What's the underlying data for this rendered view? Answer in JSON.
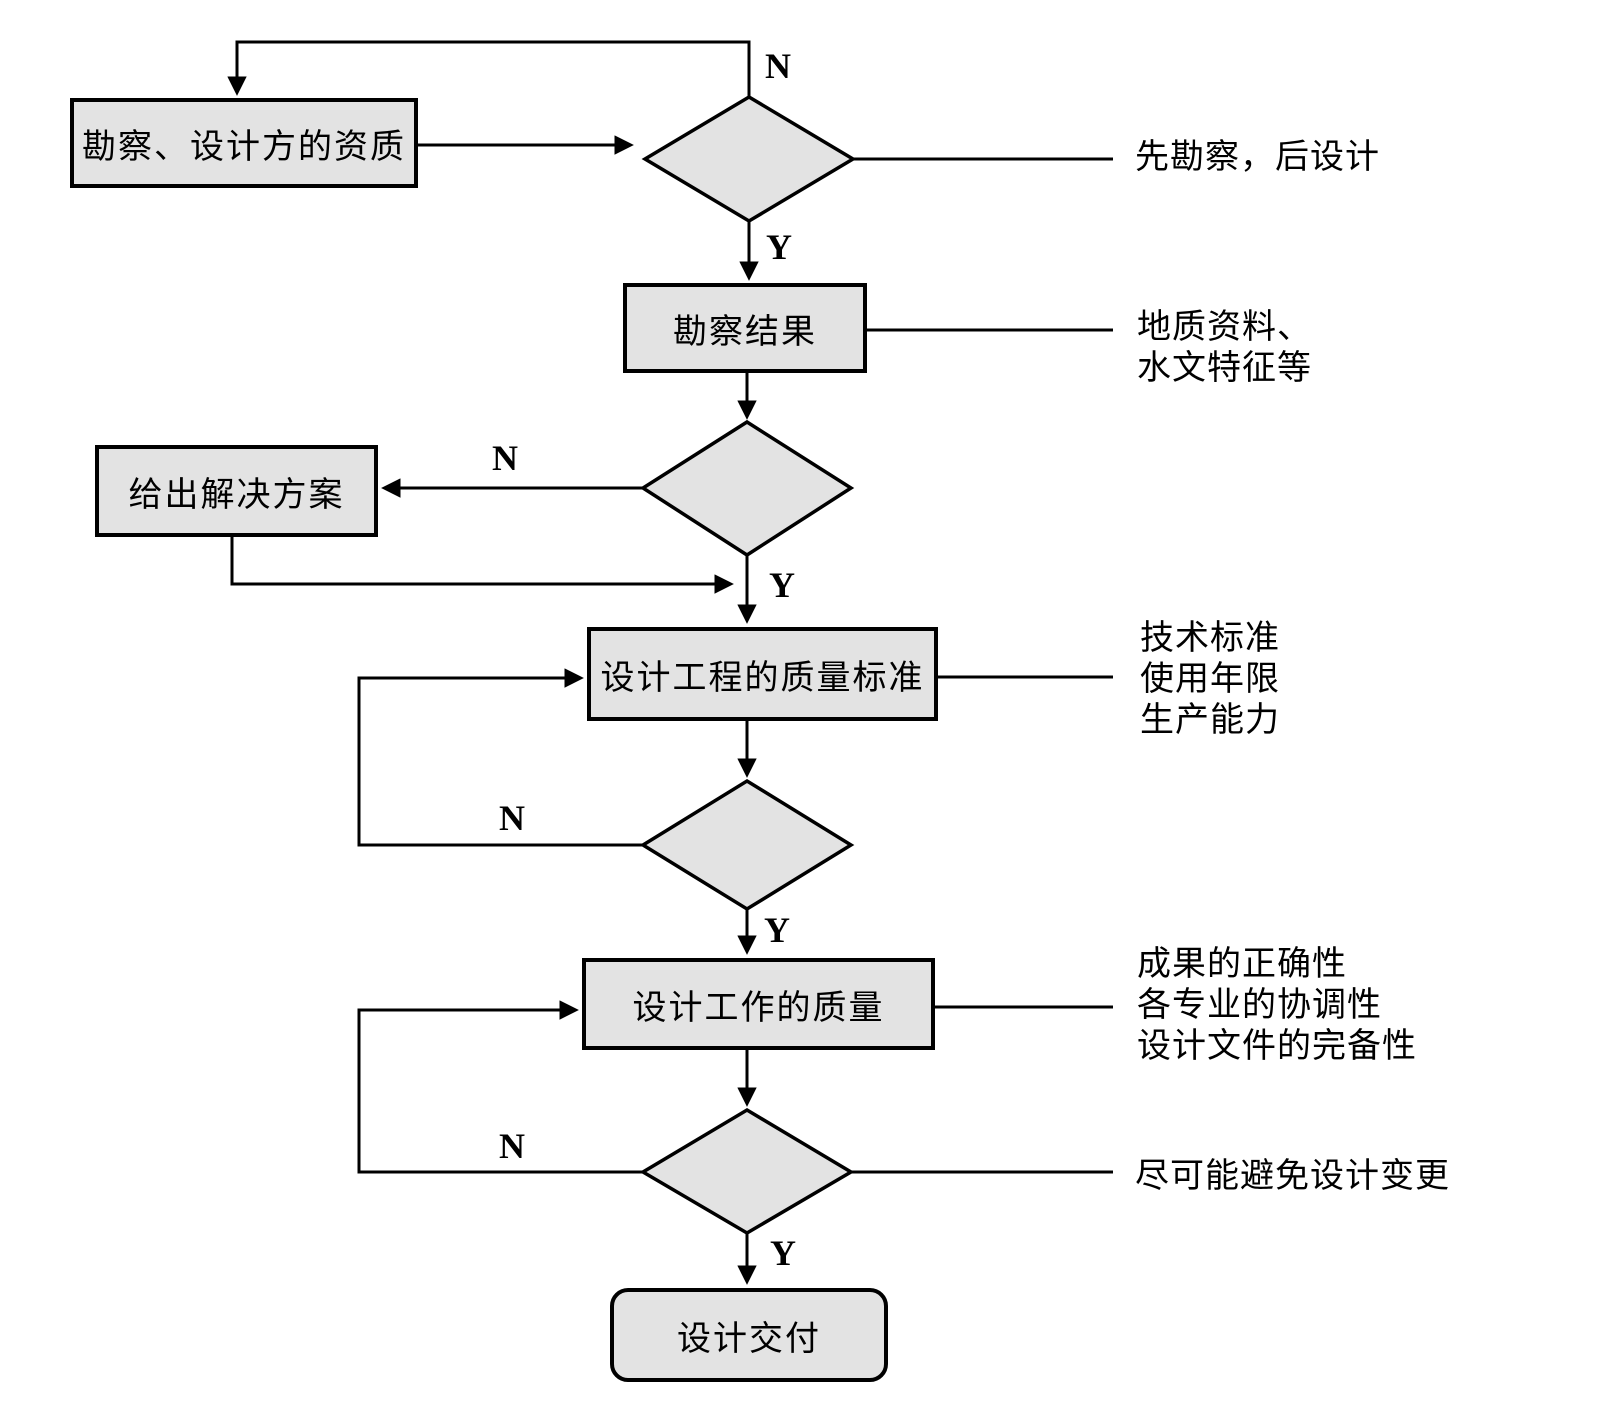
{
  "diagram": {
    "type": "flowchart",
    "background": "#ffffff",
    "node_fill": "#e3e3e3",
    "line_color": "#000000",
    "nodes": {
      "b1": {
        "label": "勘察、设计方的资质"
      },
      "b2": {
        "label": "勘察结果"
      },
      "b3": {
        "label": "给出解决方案"
      },
      "b4": {
        "label": "设计工程的质量标准"
      },
      "b5": {
        "label": "设计工作的质量"
      },
      "b6": {
        "label": "设计交付"
      }
    },
    "decision_labels": {
      "n1": "N",
      "y1": "Y",
      "n2": "N",
      "y2": "Y",
      "n3": "N",
      "y3": "Y",
      "n4": "N",
      "y4": "Y"
    },
    "annotations": {
      "a1": {
        "lines": [
          "先勘察，后设计"
        ]
      },
      "a2": {
        "lines": [
          "地质资料、",
          "水文特征等"
        ]
      },
      "a3": {
        "lines": [
          "技术标准",
          "使用年限",
          "生产能力"
        ]
      },
      "a4": {
        "lines": [
          "成果的正确性",
          "各专业的协调性",
          "设计文件的完备性"
        ]
      },
      "a5": {
        "lines": [
          "尽可能避免设计变更"
        ]
      }
    }
  }
}
